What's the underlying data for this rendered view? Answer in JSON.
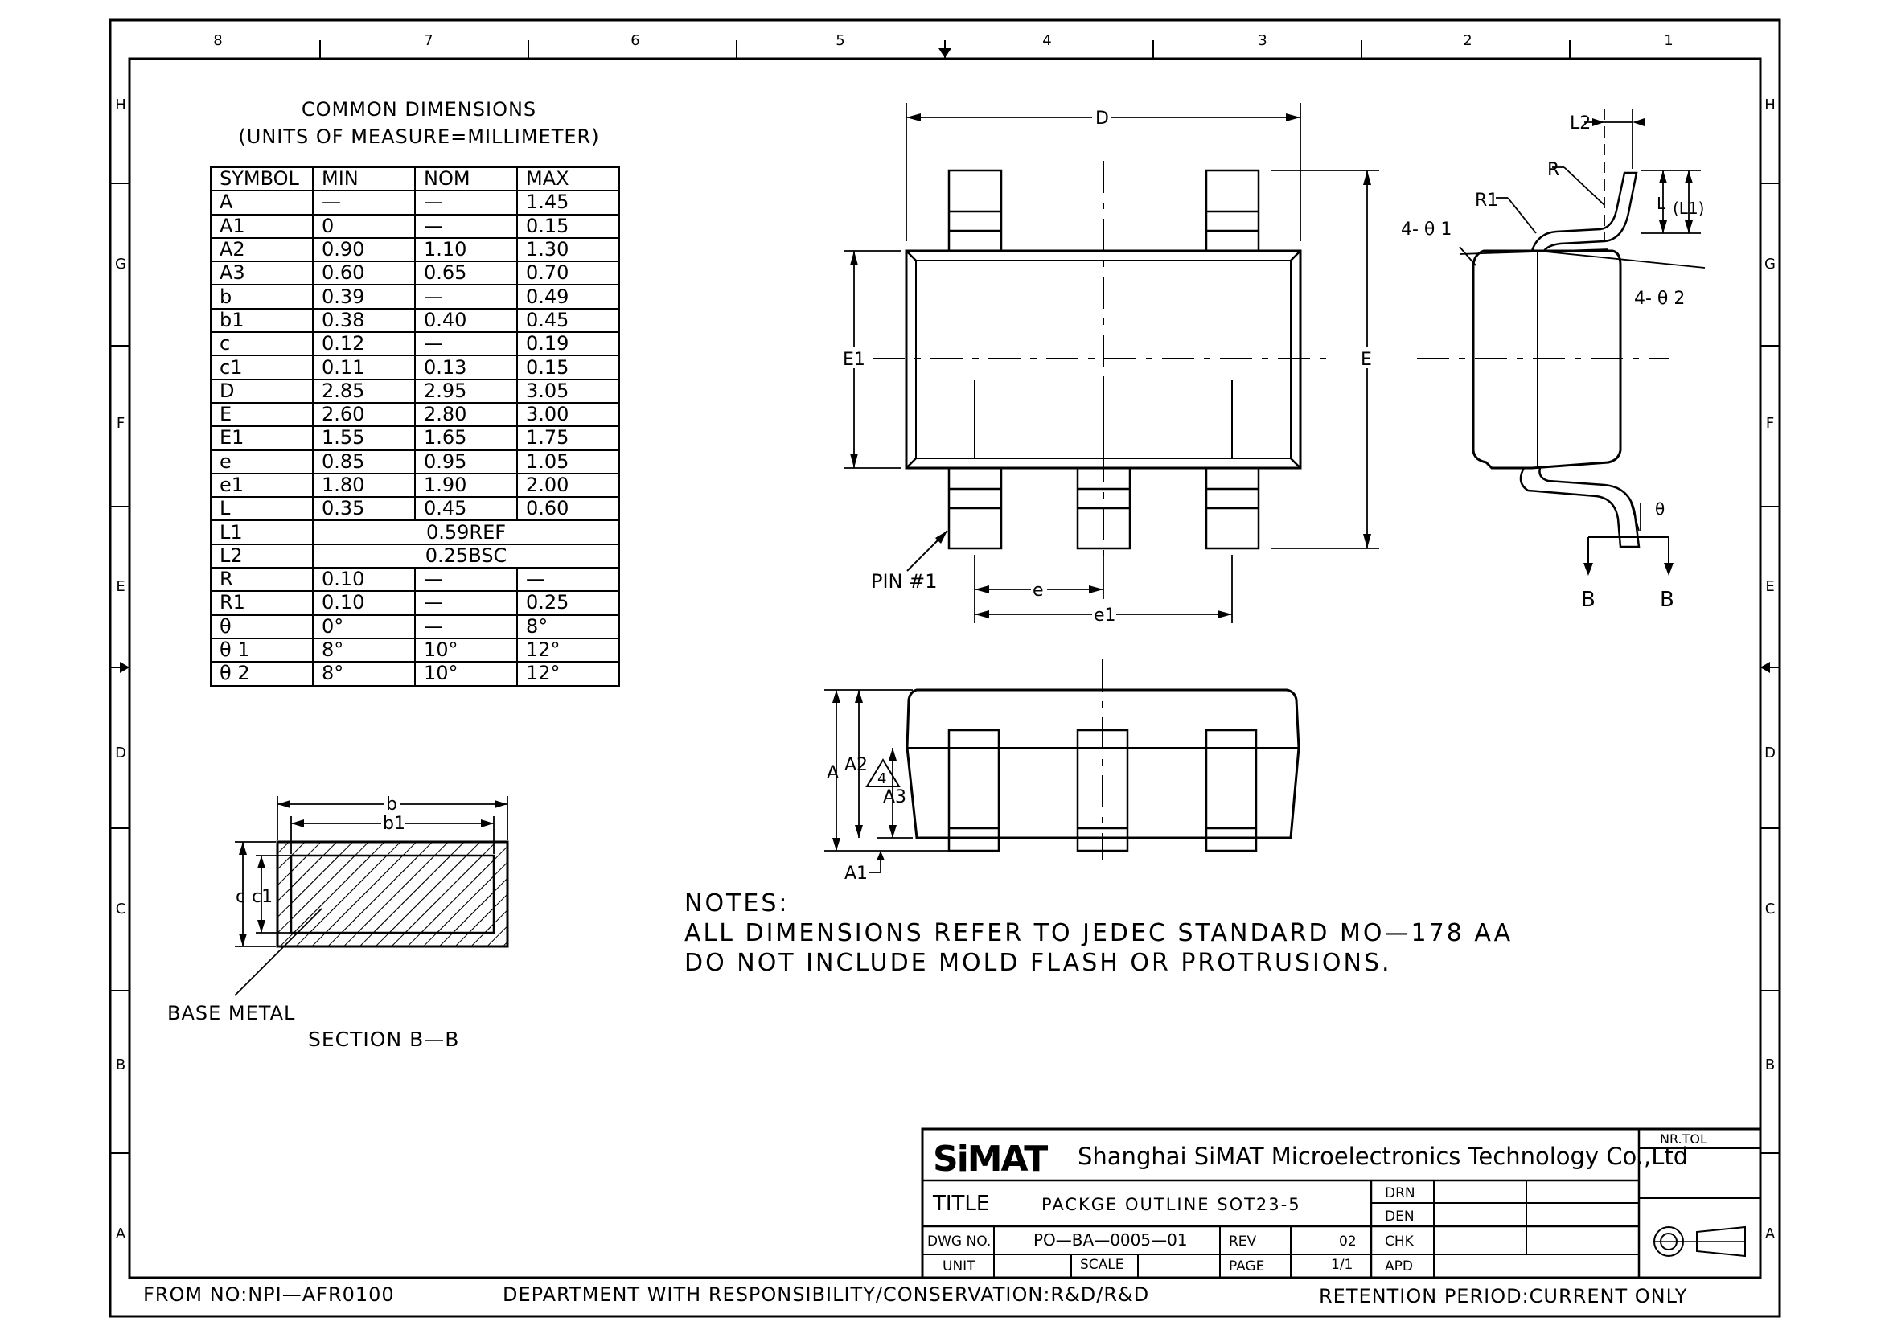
{
  "table_header": {
    "title_line1": "COMMON DIMENSIONS",
    "title_line2": "(UNITS OF MEASURE=MILLIMETER)",
    "columns": [
      "SYMBOL",
      "MIN",
      "NOM",
      "MAX"
    ]
  },
  "rows": [
    [
      "A",
      "—",
      "—",
      "1.45"
    ],
    [
      "A1",
      "0",
      "—",
      "0.15"
    ],
    [
      "A2",
      "0.90",
      "1.10",
      "1.30"
    ],
    [
      "A3",
      "0.60",
      "0.65",
      "0.70"
    ],
    [
      "b",
      "0.39",
      "—",
      "0.49"
    ],
    [
      "b1",
      "0.38",
      "0.40",
      "0.45"
    ],
    [
      "c",
      "0.12",
      "—",
      "0.19"
    ],
    [
      "c1",
      "0.11",
      "0.13",
      "0.15"
    ],
    [
      "D",
      "2.85",
      "2.95",
      "3.05"
    ],
    [
      "E",
      "2.60",
      "2.80",
      "3.00"
    ],
    [
      "E1",
      "1.55",
      "1.65",
      "1.75"
    ],
    [
      "e",
      "0.85",
      "0.95",
      "1.05"
    ],
    [
      "e1",
      "1.80",
      "1.90",
      "2.00"
    ],
    [
      "L",
      "0.35",
      "0.45",
      "0.60"
    ],
    [
      "R",
      "0.10",
      "—",
      "—"
    ],
    [
      "R1",
      "0.10",
      "—",
      "0.25"
    ],
    [
      "θ",
      "0°",
      "—",
      "8°"
    ],
    [
      "θ 1",
      "8°",
      "10°",
      "12°"
    ],
    [
      "θ 2",
      "8°",
      "10°",
      "12°"
    ]
  ],
  "ref_rows": {
    "L1": "0.59REF",
    "L2": "0.25BSC"
  },
  "border": {
    "top_zones": [
      "8",
      "7",
      "6",
      "5",
      "4",
      "3",
      "2",
      "1"
    ],
    "side_zones": [
      "H",
      "G",
      "F",
      "E",
      "D",
      "C",
      "B",
      "A"
    ]
  },
  "drawing_labels": {
    "D": "D",
    "E": "E",
    "E1": "E1",
    "e": "e",
    "e1": "e1",
    "pin1": "PIN #1",
    "L": "L",
    "L1": "(L1)",
    "L2": "L2",
    "R": "R",
    "R1": "R1",
    "theta1": "4- θ 1",
    "theta2": "4- θ 2",
    "theta": "θ",
    "B_left": "B",
    "B_right": "B",
    "A": "A",
    "A1": "A1",
    "A2": "A2",
    "A3": "A3",
    "triangle": "4",
    "b": "b",
    "b1": "b1",
    "c": "c",
    "c1": "c1",
    "base_metal": "BASE METAL",
    "section": "SECTION B—B"
  },
  "notes": {
    "title": "NOTES:",
    "line1": "ALL DIMENSIONS REFER TO JEDEC STANDARD MO—178 AA",
    "line2": "DO NOT INCLUDE MOLD FLASH OR PROTRUSIONS."
  },
  "title_block": {
    "logo": "SiMAT",
    "company": "Shanghai SiMAT Microelectronics Technology Co.,Ltd",
    "nr_tol": "NR.TOL",
    "title_label": "TITLE",
    "title_value": "PACKGE OUTLINE SOT23-5",
    "drn": "DRN",
    "den": "DEN",
    "chk": "CHK",
    "apd": "APD",
    "dwg_label": "DWG NO.",
    "dwg_value": "PO—BA—0005—01",
    "rev_label": "REV",
    "rev_value": "02",
    "unit_label": "UNIT",
    "scale_label": "SCALE",
    "page_label": "PAGE",
    "page_value": "1/1"
  },
  "footer": {
    "from": "FROM NO:NPI—AFR0100",
    "department": "DEPARTMENT WITH RESPONSIBILITY/CONSERVATION:R&D/R&D",
    "retention": "RETENTION PERIOD:CURRENT ONLY"
  }
}
